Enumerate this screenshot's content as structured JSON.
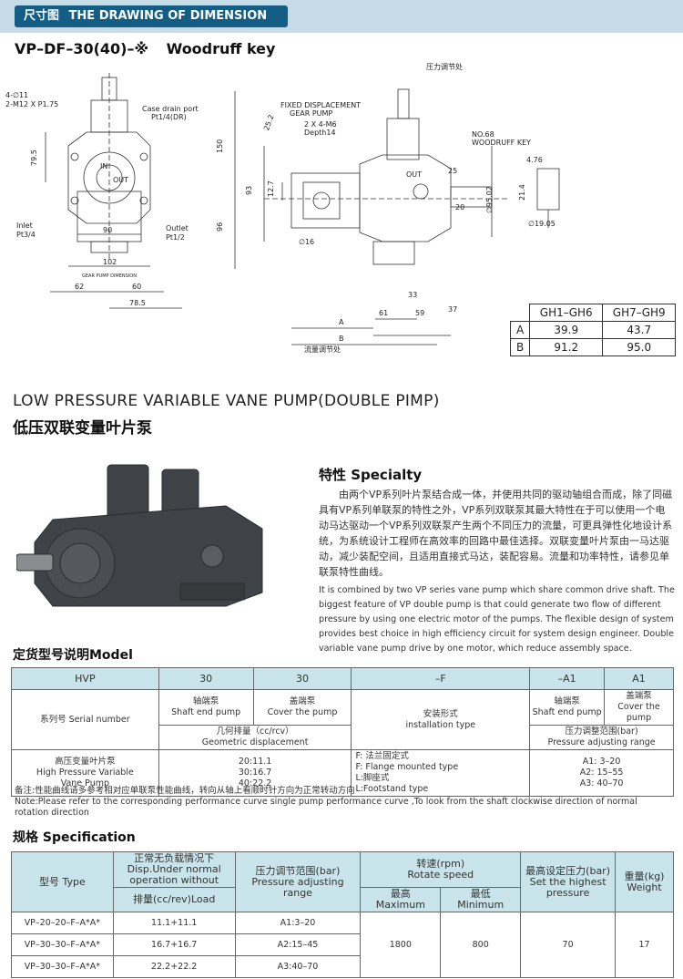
{
  "header": {
    "badge_cn": "尺寸图",
    "badge_en": "THE DRAWING OF DIMENSION"
  },
  "drawing": {
    "model": "VP–DF–30(40)–※",
    "key": "Woodruff key",
    "left_view": {
      "holes": "4-∅11",
      "thread": "2-M12 X P1.75",
      "case_drain": "Case drain port",
      "case_drain_size": "Pt1/4(DR)",
      "inlet": "Inlet",
      "inlet_size": "Pt3/4",
      "outlet": "Outlet",
      "outlet_size": "Pt1/2",
      "dim_795": "79.5",
      "dim_90": "90",
      "dim_102": "102",
      "gear_pump_label": "GEAR PUMP DIMENSION",
      "dim_62": "62",
      "dim_60": "60",
      "dim_785": "78.5",
      "in_label": "IN",
      "out_label": "OUT"
    },
    "right_view": {
      "pressure_adj": "压力调节处",
      "fixed_disp": "FIXED DISPLACEMENT",
      "gear_pump": "GEAR PUMP",
      "tap": "2 X 4-M6",
      "depth": "Depth14",
      "dim_252": "25.2",
      "dim_150": "150",
      "dim_93": "93",
      "dim_127": "12.7",
      "dim_96": "96",
      "dim_16": "∅16",
      "woodruff_no": "NO.68",
      "woodruff_key": "WOODRUFF KEY",
      "out_label": "OUT",
      "dim_25": "25",
      "dim_20": "20",
      "dim_shaft": "∅95.02",
      "dim_33": "33",
      "dim_61": "61",
      "dim_59": "59",
      "dim_37": "37",
      "a_label": "A",
      "b_label": "B",
      "flow_adj": "流量调节处"
    },
    "key_detail": {
      "dim_476": "4.76",
      "dim_214": "21.4",
      "dim_1905": "∅19.05"
    },
    "gh_table": {
      "headers": [
        "",
        "GH1–GH6",
        "GH7–GH9"
      ],
      "rows": [
        [
          "A",
          "39.9",
          "43.7"
        ],
        [
          "B",
          "91.2",
          "95.0"
        ]
      ]
    }
  },
  "product": {
    "title_en": "LOW PRESSURE VARIABLE VANE PUMP(DOUBLE PIMP)",
    "title_cn": "低压双联变量叶片泵",
    "specialty_h": "特性  Specialty",
    "specialty_cn": "由两个VP系列叶片泵结合成一体，并使用共同的驱动轴组合而成，除了同磁具有VP系列单联泵的特性之外，VP系列双联泵其最大特性在于可以使用一个电动马达驱动一个VP系列双联泵产生两个不同压力的流量，可更具弹性化地设计系统，为系统设计工程师在高效率的回路中最佳选择。双联变量叶片泵由一马达驱动，减少装配空间，且适用直接式马达，装配容易。流量和功率特性，请参见单联泵特性曲线。",
    "specialty_en": "It is combined by two VP series vane pump which share common drive shaft. The biggest feature of VP double pump is that could generate two flow of different pressure by using one electric motor of the pumps. The flexible design of system provides best choice in high efficiency circuit for system design engineer. Double variable vane pump drive by one motor, which reduce assembly space."
  },
  "model_section": {
    "heading": "定货型号说明Model",
    "codes": [
      "HVP",
      "30",
      "30",
      "–F",
      "–A1",
      "A1"
    ],
    "series_label": "系列号 Serial number",
    "shaft_cn": "轴端泵",
    "shaft_en": "Shaft end pump",
    "cover_cn": "盖端泵",
    "cover_en": "Cover the pump",
    "install_cn": "安装形式",
    "install_en": "installation type",
    "shaft2_cn": "轴端泵",
    "shaft2_en": "Shaft end pump",
    "cover2_cn": "盖端泵",
    "cover2_en": "Cover the pump",
    "geo_cn": "几何排量（cc/rcv）",
    "geo_en": "Geometric displacement",
    "press_cn": "压力调整范围(bar)",
    "press_en": "Pressure adjusting range",
    "hp_cn": "高压变量叶片泵",
    "hp_en1": "High Pressure Variable",
    "hp_en2": "Vane Pump",
    "disp1": "20:11.1",
    "disp2": "30:16.7",
    "disp3": "40:22.2",
    "inst1": "F: 法兰固定式",
    "inst2": "F: Flange mounted type",
    "inst3": "L:脚座式",
    "inst4": "L:Footstand type",
    "pr1": "A1: 3–20",
    "pr2": "A2: 15–55",
    "pr3": "A3: 40–70"
  },
  "note": {
    "cn": "备注:性能曲线请多参考相对应单联泵性能曲线，转向从轴上看顺时针方向为正常转动方向",
    "en": "Note:Please refer to the corresponding performance curve single pump performance curve ,To look from the shaft clockwise direction of normal rotation direction"
  },
  "spec_section": {
    "heading": "规格 Specification",
    "h_type": "型号 Type",
    "h_disp_cn": "正常无负载情况下",
    "h_disp_en1": "Disp.Under normal",
    "h_disp_en2": "operation without",
    "h_load": "排量(cc/rev)Load",
    "h_press_cn": "压力调节范围(bar)",
    "h_press_en1": "Pressure adjusting",
    "h_press_en2": "range",
    "h_speed_cn": "转速(rpm)",
    "h_speed_en": "Rotate speed",
    "h_max_cn": "最高",
    "h_max_en": "Maximum",
    "h_min_cn": "最低",
    "h_min_en": "Minimum",
    "h_set_cn": "最高设定压力(bar)",
    "h_set_en1": "Set the highest",
    "h_set_en2": "pressure",
    "h_wt_cn": "重量(kg)",
    "h_wt_en": "Weight",
    "rows": [
      {
        "type": "VP–20–20–F–A*A*",
        "disp": "11.1+11.1",
        "press": "A1:3–20"
      },
      {
        "type": "VP–30–30–F–A*A*",
        "disp": "16.7+16.7",
        "press": "A2:15–45"
      },
      {
        "type": "VP–30–30–F–A*A*",
        "disp": "22.2+22.2",
        "press": "A3:40–70"
      }
    ],
    "max_speed": "1800",
    "min_speed": "800",
    "set_press": "70",
    "weight": "17"
  }
}
